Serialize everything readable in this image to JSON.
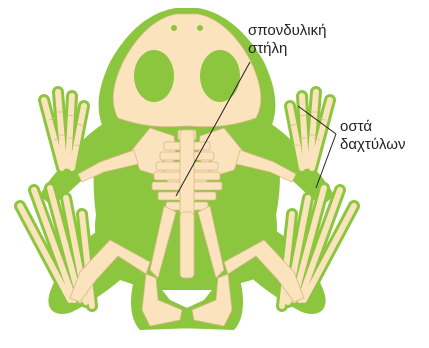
{
  "labels": {
    "spine_line1": "σπονδυλική",
    "spine_line2": "στήλη",
    "toes_line1": "οστά",
    "toes_line2": "δαχτύλων"
  },
  "colors": {
    "body": "#8cc63f",
    "bone": "#fbe3bd",
    "bone_outline": "#d9b98a",
    "leader": "#222222",
    "background": "#ffffff"
  }
}
